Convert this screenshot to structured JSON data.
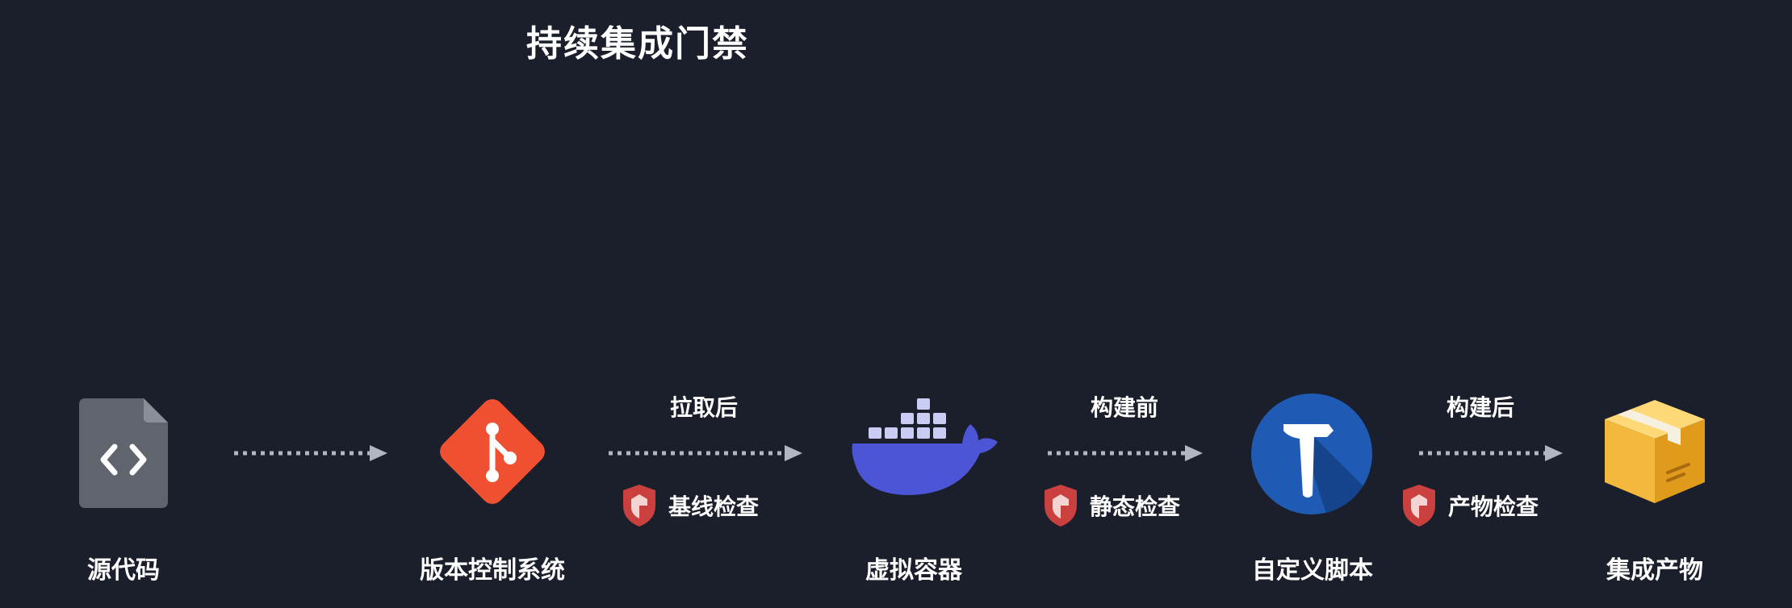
{
  "title": "持续集成门禁",
  "nodes": [
    {
      "label": "源代码",
      "icon": "source-code-file-icon"
    },
    {
      "label": "版本控制系统",
      "icon": "git-icon"
    },
    {
      "label": "虚拟容器",
      "icon": "docker-whale-icon"
    },
    {
      "label": "自定义脚本",
      "icon": "hammer-icon"
    },
    {
      "label": "集成产物",
      "icon": "package-box-icon"
    }
  ],
  "stages": [
    {
      "label": "拉取后",
      "check": "基线检查"
    },
    {
      "label": "构建前",
      "check": "静态检查"
    },
    {
      "label": "构建后",
      "check": "产物检查"
    }
  ],
  "colors": {
    "background": "#1a1f2b",
    "git": "#f05032",
    "docker": "#4b55d6",
    "hammer_circle": "#1f5bb5",
    "box": "#f4b93c",
    "shield": "#c9403f",
    "arrow": "#b0b6c4"
  }
}
